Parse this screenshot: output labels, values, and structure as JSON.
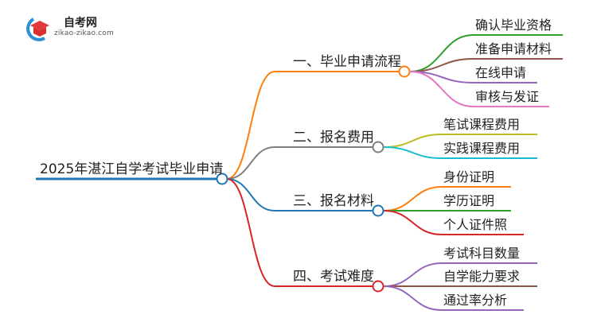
{
  "logo": {
    "title": "自考网",
    "url": "zikao-zikao.com"
  },
  "root": {
    "label": "2025年湛江自学考试毕业申请",
    "color": "#1f77b4"
  },
  "branches": [
    {
      "label": "一、毕业申请流程",
      "color": "#ff7f0e",
      "children": [
        {
          "label": "确认毕业资格",
          "color": "#2ca02c"
        },
        {
          "label": "准备申请材料",
          "color": "#8c564b"
        },
        {
          "label": "在线申请",
          "color": "#9467bd"
        },
        {
          "label": "审核与发证",
          "color": "#e377c2"
        }
      ]
    },
    {
      "label": "二、报名费用",
      "color": "#7f7f7f",
      "children": [
        {
          "label": "笔试课程费用",
          "color": "#bcbd22"
        },
        {
          "label": "实践课程费用",
          "color": "#17becf"
        }
      ]
    },
    {
      "label": "三、报名材料",
      "color": "#1f77b4",
      "children": [
        {
          "label": "身份证明",
          "color": "#ff7f0e"
        },
        {
          "label": "学历证明",
          "color": "#2ca02c"
        },
        {
          "label": "个人证件照",
          "color": "#d62728"
        }
      ]
    },
    {
      "label": "四、考试难度",
      "color": "#d62728",
      "children": [
        {
          "label": "考试科目数量",
          "color": "#9467bd"
        },
        {
          "label": "自学能力要求",
          "color": "#8c564b"
        },
        {
          "label": "通过率分析",
          "color": "#9467bd"
        }
      ]
    }
  ]
}
